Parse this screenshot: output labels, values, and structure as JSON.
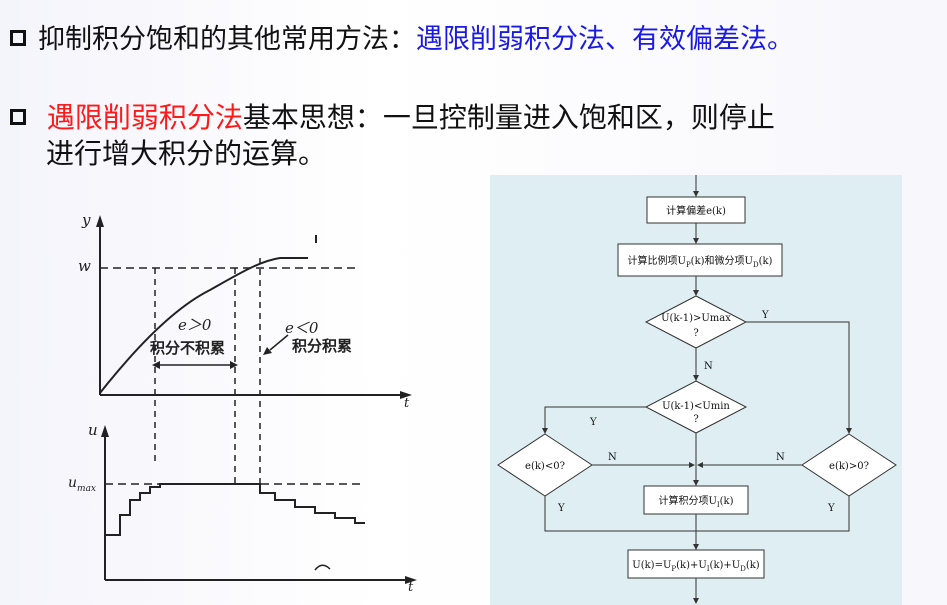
{
  "bullets": [
    {
      "prefix": "抑制积分饱和的其他常用方法：",
      "highlight": "遇限削弱积分法、有效偏差法。"
    },
    {
      "highlight": "遇限削弱积分法",
      "text": "基本思想：一旦控制量进入饱和区，则停止",
      "continuation": "进行增大积分的运算。"
    }
  ],
  "sketch": {
    "y_axis": "y",
    "w_label": "w",
    "t_label": "t",
    "u_axis": "u",
    "umax_label": "u",
    "umax_sub": "max",
    "e_pos": "e＞0",
    "e_neg": "e＜0",
    "no_accum": "积分不积累",
    "accum": "积分积累"
  },
  "flowchart": {
    "compute_error": "计算偏差e(k)",
    "compute_pd_pre": "计算比例项U",
    "compute_pd_sub1": "P",
    "compute_pd_mid": "(k)和微分项U",
    "compute_pd_sub2": "D",
    "compute_pd_post": "(k)",
    "dec_umax_1": "U(k-1)>Umax",
    "dec_umax_2": "?",
    "dec_umin_1": "U(k-1)<Umin",
    "dec_umin_2": "?",
    "dec_eneg": "e(k)<0?",
    "dec_epos": "e(k)>0?",
    "compute_i_pre": "计算积分项U",
    "compute_i_sub": "I",
    "compute_i_post": "(k)",
    "sum_pre": "U(k)=U",
    "sum_sub1": "P",
    "sum_mid1": "(k)+U",
    "sum_sub2": "I",
    "sum_mid2": "(k)+U",
    "sum_sub3": "D",
    "sum_post": "(k)",
    "yes": "Y",
    "no": "N"
  }
}
